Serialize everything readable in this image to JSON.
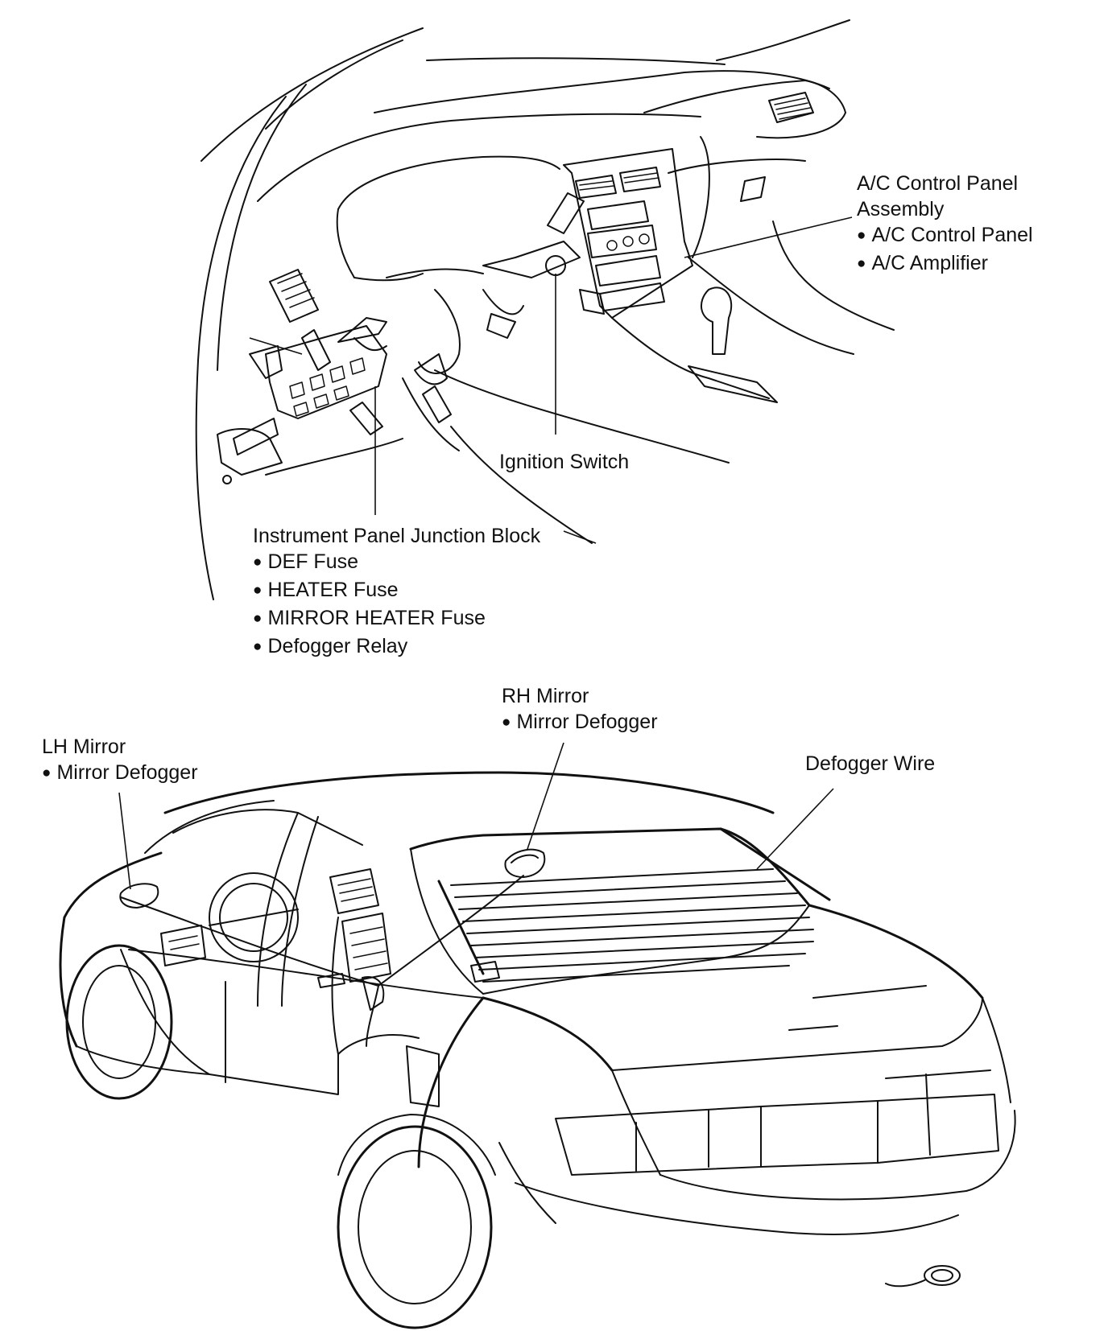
{
  "callouts": {
    "ac_panel": {
      "title": "A/C Control Panel",
      "title2": "Assembly",
      "items": [
        "A/C Control Panel",
        "A/C Amplifier"
      ]
    },
    "ignition": {
      "title": "Ignition Switch"
    },
    "junction_block": {
      "title": "Instrument Panel Junction Block",
      "items": [
        "DEF Fuse",
        "HEATER Fuse",
        "MIRROR HEATER Fuse",
        "Defogger Relay"
      ]
    },
    "rh_mirror": {
      "title": "RH Mirror",
      "items": [
        "Mirror Defogger"
      ]
    },
    "lh_mirror": {
      "title": "LH Mirror",
      "items": [
        "Mirror Defogger"
      ]
    },
    "defogger_wire": {
      "title": "Defogger Wire"
    }
  },
  "colors": {
    "ink": "#111111",
    "paper": "#ffffff"
  }
}
